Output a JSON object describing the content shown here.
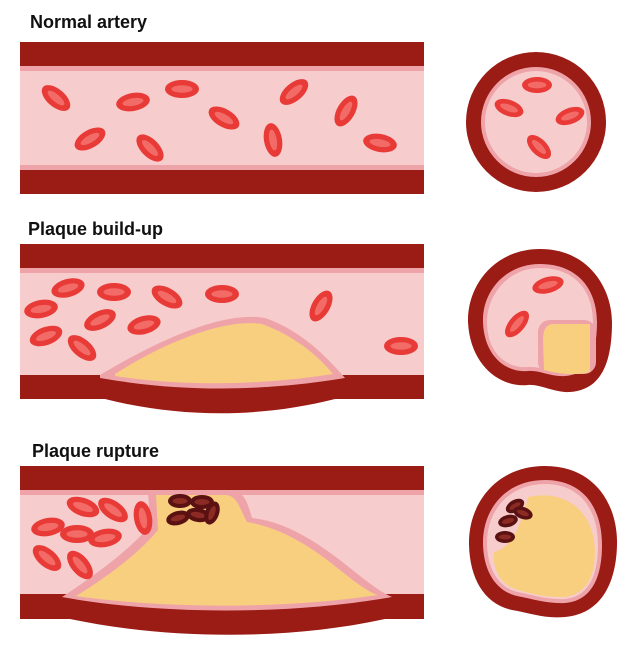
{
  "panels": [
    {
      "id": "normal",
      "title": "Normal artery"
    },
    {
      "id": "buildup",
      "title": "Plaque build-up"
    },
    {
      "id": "rupture",
      "title": "Plaque rupture"
    }
  ],
  "colors": {
    "wall": "#9b1b15",
    "wall_edge": "#7a1410",
    "lumen": "#f7cccc",
    "intima": "#eea3a9",
    "plaque": "#f8cf7f",
    "rbc": "#e83a36",
    "rbc_center": "#f26b66",
    "clot": "#5a1111",
    "clot_center": "#8c2a24"
  },
  "icons": [
    "red-blood-cell-icon",
    "blood-clot-icon"
  ]
}
